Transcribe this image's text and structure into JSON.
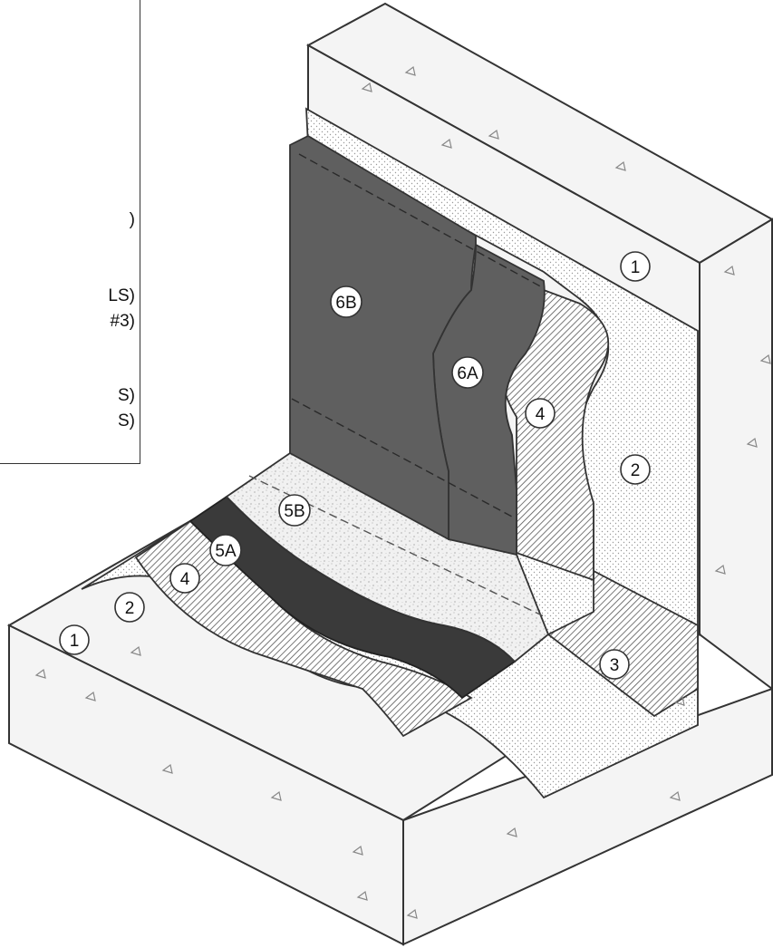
{
  "legend": {
    "lines": [
      ")",
      "LS)",
      "#3)",
      "S)",
      "S)"
    ]
  },
  "callouts": {
    "c1_top": "1",
    "c2_right": "2",
    "c3": "3",
    "c4_wall": "4",
    "c6a": "6A",
    "c6b": "6B",
    "c5b": "5B",
    "c5a": "5A",
    "c4_floor": "4",
    "c2_left": "2",
    "c1_left": "1"
  },
  "colors": {
    "concrete": "#f2f2f2",
    "primer": "#e3e3e3",
    "membrane_dark": "#5f5f5f",
    "membrane_darker": "#3a3a3a",
    "protection_board": "#ececec",
    "outline": "#333333"
  }
}
